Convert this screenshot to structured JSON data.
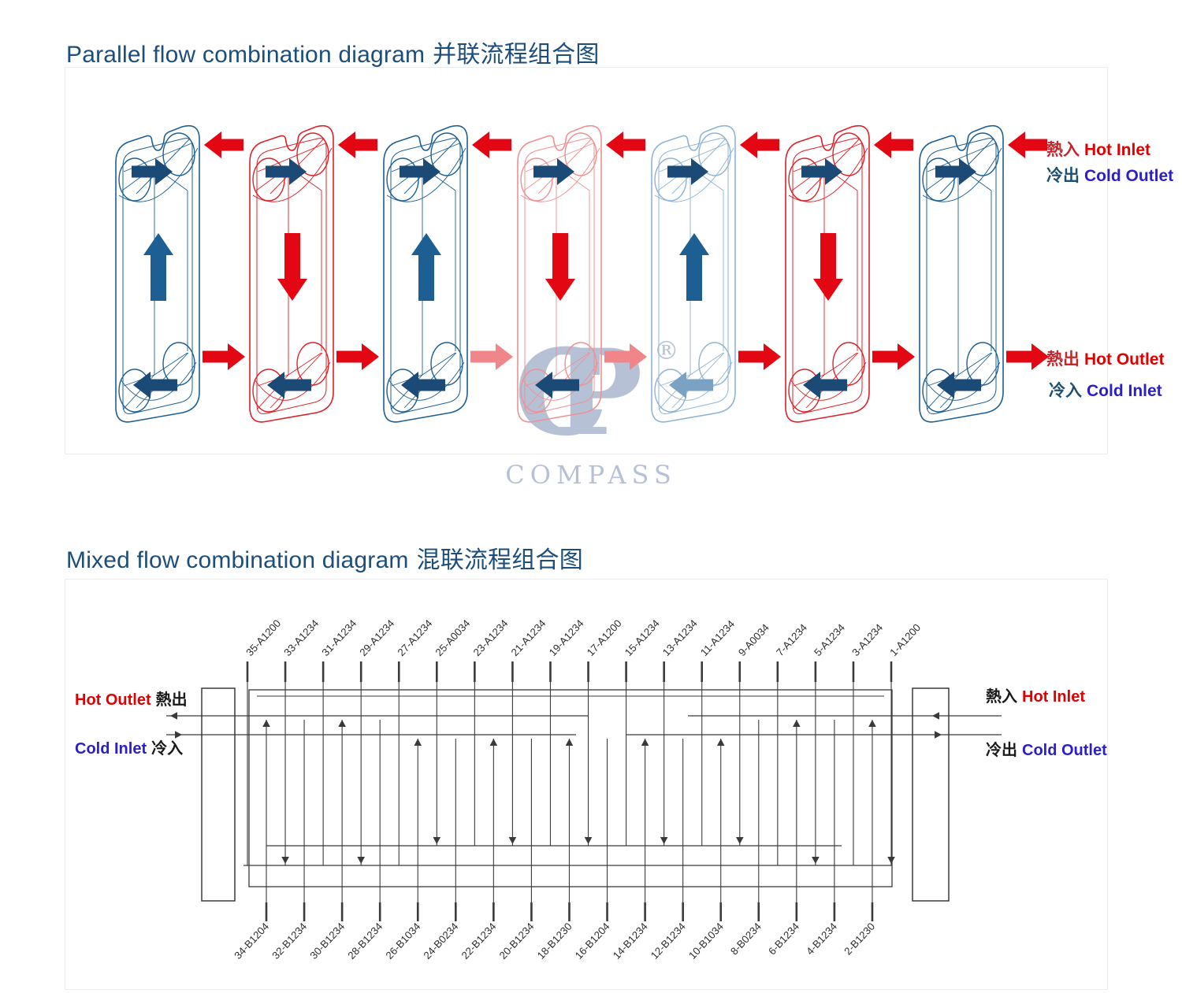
{
  "page": {
    "background": "#ffffff"
  },
  "watermark": {
    "logo": "CP",
    "registered": "®",
    "name": "COMPASS"
  },
  "colors": {
    "title": "#1d4e7b",
    "panel_border": "#ececec",
    "hot_red": "#e30613",
    "hot_red_light": "#f0868a",
    "cold_navy": "#1b4a77",
    "cold_navy_light": "#7ba2c2",
    "plate_blue": "#1e5f93",
    "plate_red": "#dd2128",
    "plate_red_light": "#ef9094",
    "plate_blue_light": "#8fb3d4",
    "zh_red": "#c2272d",
    "zh_navy": "#1d4f73",
    "en_red": "#e00000",
    "en_blue": "#2a1fc8",
    "schematic_line": "#3a3a3a",
    "text_black": "#1a1a1a",
    "watermark": "#b7c1d6"
  },
  "parallel": {
    "title_en": "Parallel flow combination diagram",
    "title_zh": "并联流程组合图",
    "legend": {
      "hot_inlet_zh": "熱入",
      "hot_inlet_en": "Hot Inlet",
      "cold_outlet_zh": "冷出",
      "cold_outlet_en": "Cold Outlet",
      "hot_outlet_zh": "熱出",
      "hot_outlet_en": "Hot Outlet",
      "cold_inlet_zh": "冷入",
      "cold_inlet_en": "Cold Inlet"
    },
    "plates": [
      {
        "shade": "blue",
        "flow": "up"
      },
      {
        "shade": "red",
        "flow": "down"
      },
      {
        "shade": "blue",
        "flow": "up"
      },
      {
        "shade": "lightred",
        "flow": "down"
      },
      {
        "shade": "lightblue",
        "flow": "up"
      },
      {
        "shade": "red",
        "flow": "down"
      },
      {
        "shade": "blue",
        "flow": "none"
      }
    ]
  },
  "mixed": {
    "title_en": "Mixed flow combination diagram",
    "title_zh": "混联流程组合图",
    "left_labels": {
      "hot_outlet_en": "Hot Outlet",
      "hot_outlet_zh": "熱出",
      "cold_inlet_en": "Cold Inlet",
      "cold_inlet_zh": "冷入"
    },
    "right_labels": {
      "hot_inlet_zh": "熱入",
      "hot_inlet_en": "Hot Inlet",
      "cold_outlet_zh": "冷出",
      "cold_outlet_en": "Cold Outlet"
    },
    "top_plate_labels": [
      "35-A1200",
      "33-A1234",
      "31-A1234",
      "29-A1234",
      "27-A1234",
      "25-A0034",
      "23-A1234",
      "21-A1234",
      "19-A1234",
      "17-A1200",
      "15-A1234",
      "13-A1234",
      "11-A1234",
      "9-A0034",
      "7-A1234",
      "5-A1234",
      "3-A1234",
      "1-A1200"
    ],
    "bottom_plate_labels": [
      "34-B1204",
      "32-B1234",
      "30-B1234",
      "28-B1234",
      "26-B1034",
      "24-B0234",
      "22-B1234",
      "20-B1234",
      "18-B1230",
      "16-B1204",
      "14-B1234",
      "12-B1234",
      "10-B1034",
      "8-B0234",
      "6-B1234",
      "4-B1234",
      "2-B1230"
    ]
  }
}
